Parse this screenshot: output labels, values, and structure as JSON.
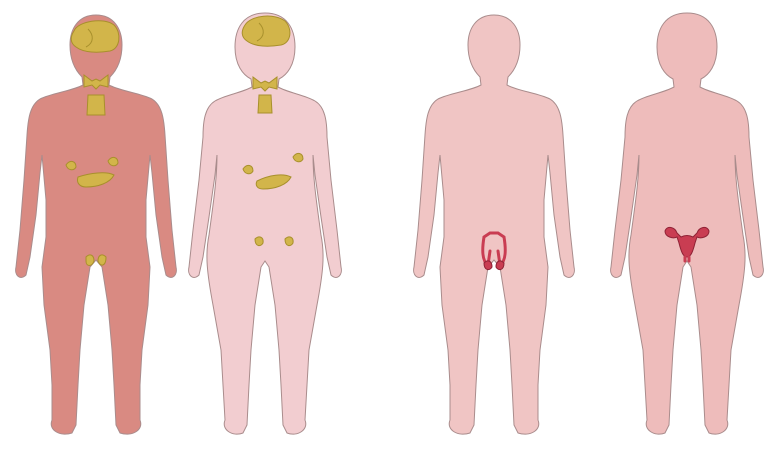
{
  "figures": [
    {
      "sex": "male",
      "view": "front",
      "skin": "#d98a82",
      "organs": [
        "pituitary-hypothalamus",
        "thyroid",
        "thymus",
        "adrenal-glands",
        "pancreas",
        "testes"
      ]
    },
    {
      "sex": "female",
      "view": "front",
      "skin": "#f2cdd0",
      "organs": [
        "pituitary-hypothalamus",
        "thyroid",
        "thymus",
        "adrenal-glands",
        "pancreas",
        "ovaries"
      ]
    },
    {
      "sex": "male",
      "view": "front",
      "skin": "#f0c5c4",
      "organs": [
        "male-reproductive-tract"
      ]
    },
    {
      "sex": "female",
      "view": "front",
      "skin": "#eebcbb",
      "organs": [
        "uterus-ovaries"
      ]
    }
  ],
  "colors": {
    "gland": "#d2b54a",
    "gland_stroke": "#a8902c",
    "reproductive": "#c93d52",
    "reproductive_stroke": "#8f2235",
    "outline": "#a98c8c",
    "background": "#ffffff"
  }
}
